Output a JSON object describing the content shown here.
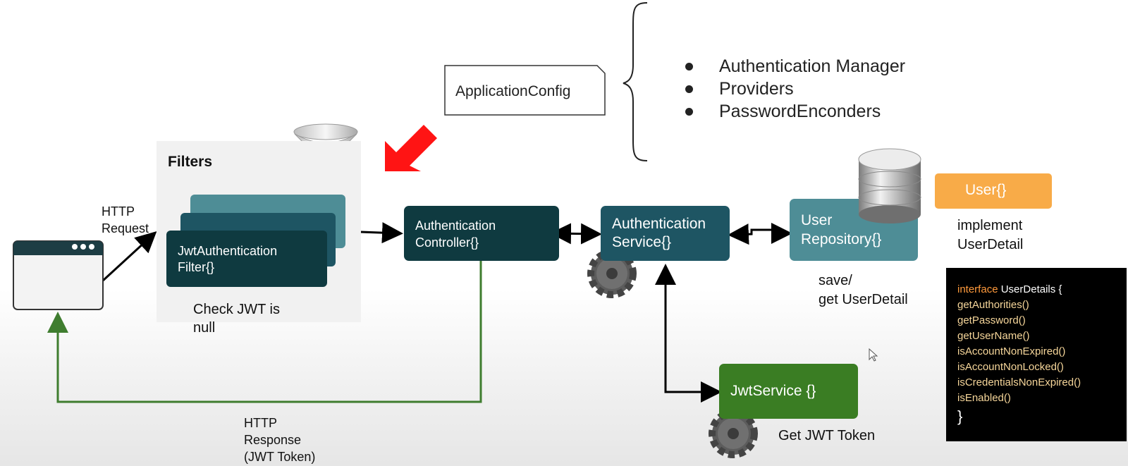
{
  "app_config": {
    "label": "ApplicationConfig"
  },
  "config_items": [
    "Authentication Manager",
    "Providers",
    "PasswordEnconders"
  ],
  "filters": {
    "title": "Filters",
    "jwt_filter": "JwtAuthentication\nFilter{}",
    "note": "Check JWT is\nnull"
  },
  "request": {
    "label": "HTTP\nRequest"
  },
  "response": {
    "label": "HTTP\nResponse\n(JWT Token)"
  },
  "controller": {
    "label": "Authentication\nController{}"
  },
  "service": {
    "label": "Authentication\nService{}"
  },
  "repository": {
    "label": "User\nRepository{}",
    "note": "save/\nget UserDetail"
  },
  "user": {
    "label": "User{}",
    "note": "implement\nUserDetail"
  },
  "jwt_service": {
    "label": "JwtService {}",
    "note": "Get JWT Token"
  },
  "code": {
    "keyword": "interface",
    "name": "UserDetails {",
    "methods": [
      "getAuthorities()",
      "getPassword()",
      "getUserName()",
      "isAccountNonExpired()",
      "isAccountNonLocked()",
      "isCredentialsNonExpired()",
      "isEnabled()"
    ],
    "close": "}"
  },
  "colors": {
    "controller": "#0f3a40",
    "service": "#1e5563",
    "repository": "#4e8d96",
    "user": "#f8ab48",
    "jwt_service": "#3a7d23",
    "response_line": "#3f7d2f",
    "red_arrow": "#ff1414"
  }
}
